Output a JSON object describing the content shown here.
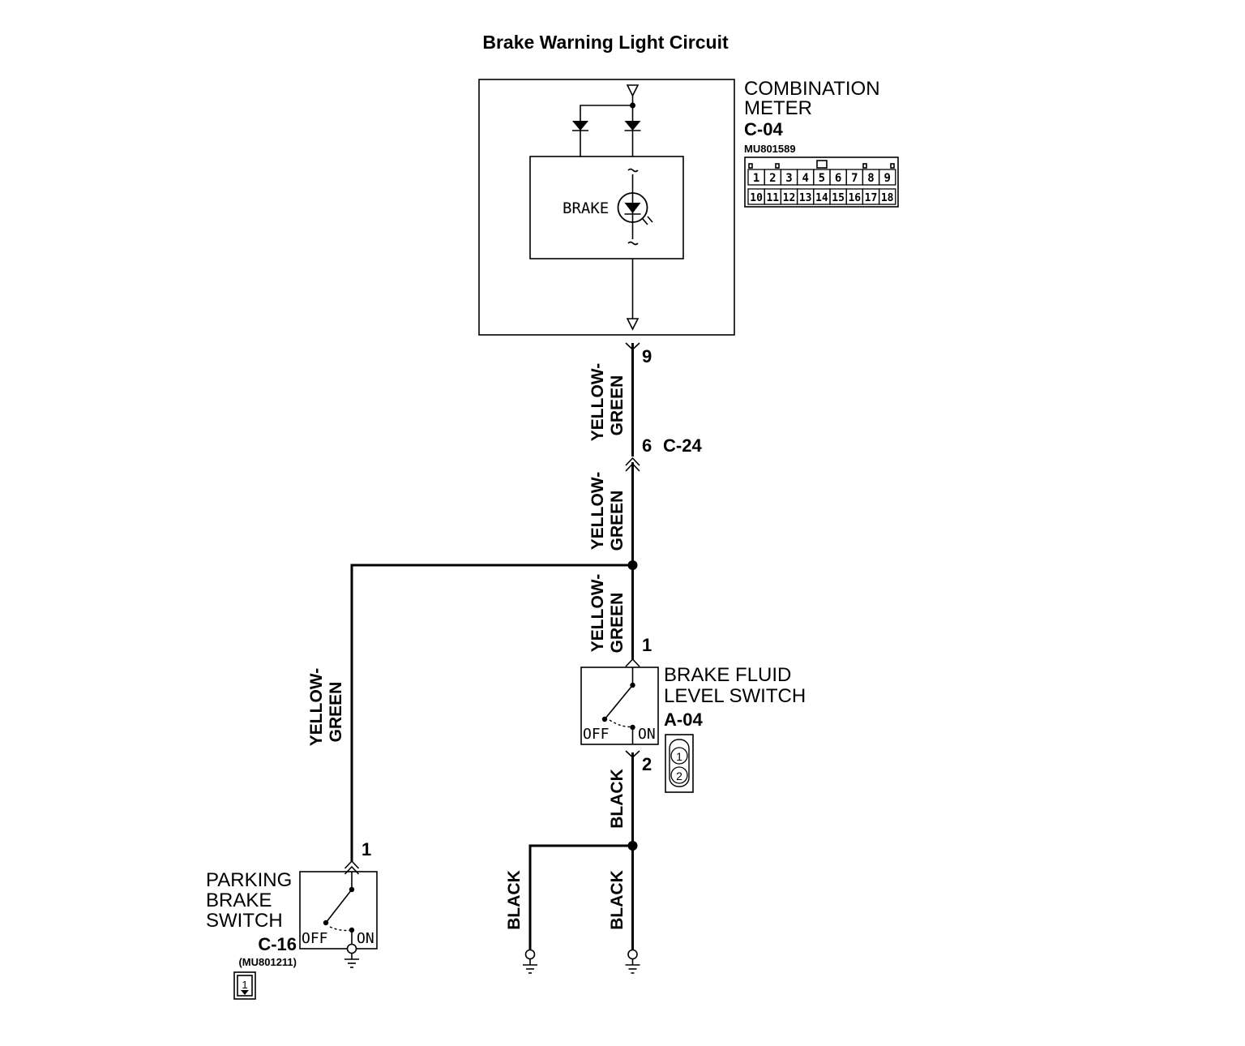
{
  "title": "Brake Warning Light Circuit",
  "combination_meter": {
    "name_line1": "COMBINATION",
    "name_line2": "METER",
    "connector": "C-04",
    "part_number": "MU801589",
    "lamp_label": "BRAKE",
    "pins_top": [
      "1",
      "2",
      "3",
      "4",
      "5",
      "6",
      "7",
      "8",
      "9"
    ],
    "pins_bottom": [
      "10",
      "11",
      "12",
      "13",
      "14",
      "15",
      "16",
      "17",
      "18"
    ],
    "output_pin": "9"
  },
  "intermediate_connector": {
    "pin": "6",
    "name": "C-24"
  },
  "wires": {
    "w1_line1": "YELLOW-",
    "w1_line2": "GREEN",
    "w2_line1": "YELLOW-",
    "w2_line2": "GREEN",
    "w3_line1": "YELLOW-",
    "w3_line2": "GREEN",
    "w4_line1": "YELLOW-",
    "w4_line2": "GREEN",
    "b1": "BLACK",
    "b2": "BLACK",
    "b3": "BLACK"
  },
  "brake_fluid_switch": {
    "name_line1": "BRAKE FLUID",
    "name_line2": "LEVEL SWITCH",
    "connector": "A-04",
    "pin_in": "1",
    "pin_out": "2",
    "off_label": "OFF",
    "on_label": "ON",
    "connector_pins": [
      "1",
      "2"
    ]
  },
  "parking_brake_switch": {
    "name_line1": "PARKING",
    "name_line2": "BRAKE",
    "name_line3": "SWITCH",
    "connector": "C-16",
    "part_number": "(MU801211)",
    "pin_in": "1",
    "off_label": "OFF",
    "on_label": "ON",
    "connector_pins": [
      "1"
    ]
  }
}
